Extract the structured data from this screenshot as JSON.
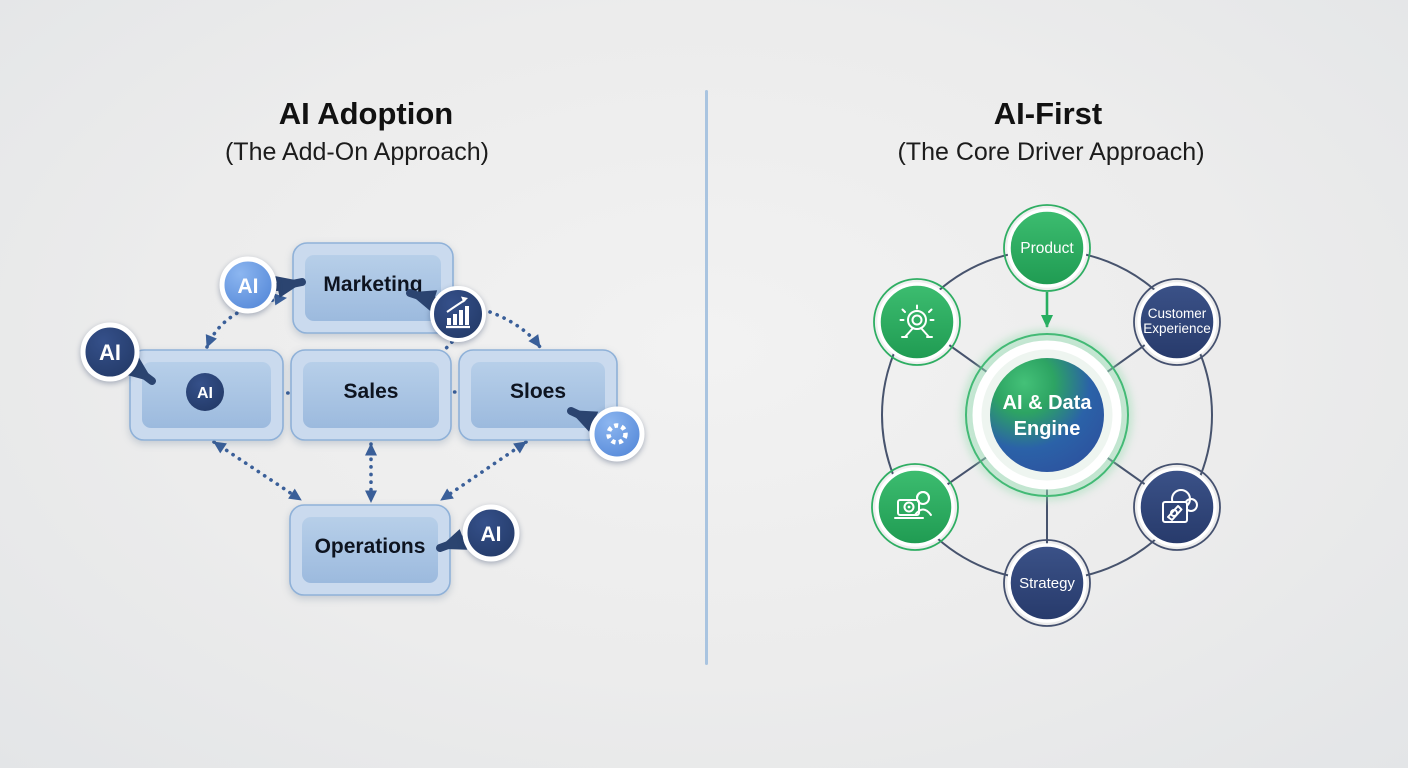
{
  "left_panel": {
    "title": "AI Adoption",
    "subtitle": "(The Add-On Approach)",
    "boxes": {
      "marketing": "Marketing",
      "sales": "Sales",
      "sloes": "Sloes",
      "operations": "Operations"
    },
    "ai_badge_label": "AI",
    "icons": [
      "ai-badge-icon",
      "bar-chart-icon",
      "gear-icon"
    ]
  },
  "right_panel": {
    "title": "AI-First",
    "subtitle": "(The Core Driver Approach)",
    "center": {
      "line1": "AI & Data",
      "line2": "Engine"
    },
    "nodes": {
      "product": "Product",
      "customer_line1": "Customer",
      "customer_line2": "Experience",
      "strategy": "Strategy"
    },
    "icons": [
      "gauge-icon",
      "person-laptop-icon",
      "document-pencil-icon"
    ]
  },
  "colors": {
    "background": "#ededed",
    "divider": "#a9c4e0",
    "navy_badge": "#24396b",
    "light_blue_badge": "#5e93de",
    "box_fill": "#aec7e6",
    "box_border": "#8fb1d8",
    "solid_arrow": "#2b4470",
    "dotted_arrow": "#3a5f99",
    "green": "#27ae60",
    "core_blue": "#2b62a8",
    "orbit_line": "#47536d"
  }
}
